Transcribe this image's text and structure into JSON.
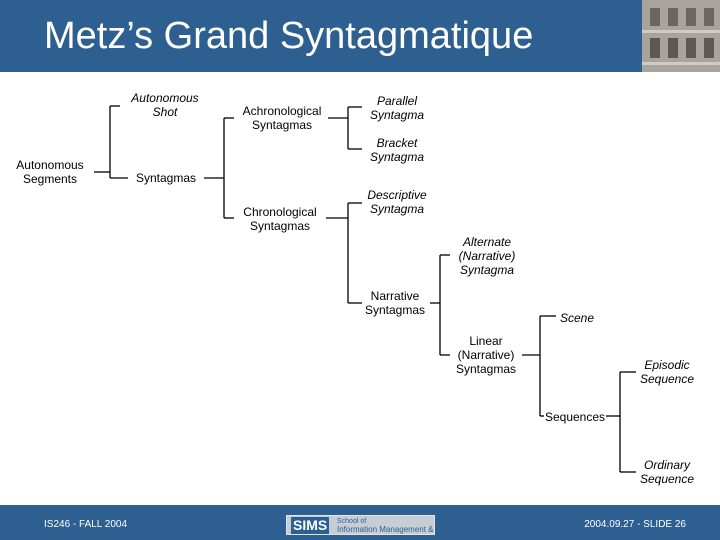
{
  "title": "Metz’s Grand Syntagmatique",
  "nodes": {
    "autonomous_shot": "Autonomous\nShot",
    "autonomous_segments": "Autonomous\nSegments",
    "syntagmas": "Syntagmas",
    "achronological": "Achronological\nSyntagmas",
    "chronological": "Chronological\nSyntagmas",
    "parallel": "Parallel\nSyntagma",
    "bracket": "Bracket\nSyntagma",
    "descriptive": "Descriptive\nSyntagma",
    "alternate": "Alternate\n(Narrative)\nSyntagma",
    "narrative": "Narrative\nSyntagmas",
    "linear": "Linear\n(Narrative)\nSyntagmas",
    "scene": "Scene",
    "sequences": "Sequences",
    "episodic": "Episodic\nSequence",
    "ordinary": "Ordinary\nSequence"
  },
  "footer": {
    "course": "IS246 - FALL 2004",
    "slide": "2004.09.27 - SLIDE 26",
    "logo_sims": "SIMS",
    "logo_school": "School of",
    "logo_info_mgmt": "Information Management & Systems"
  },
  "colors": {
    "header_bg": "#2e5f91",
    "line": "#000000"
  }
}
